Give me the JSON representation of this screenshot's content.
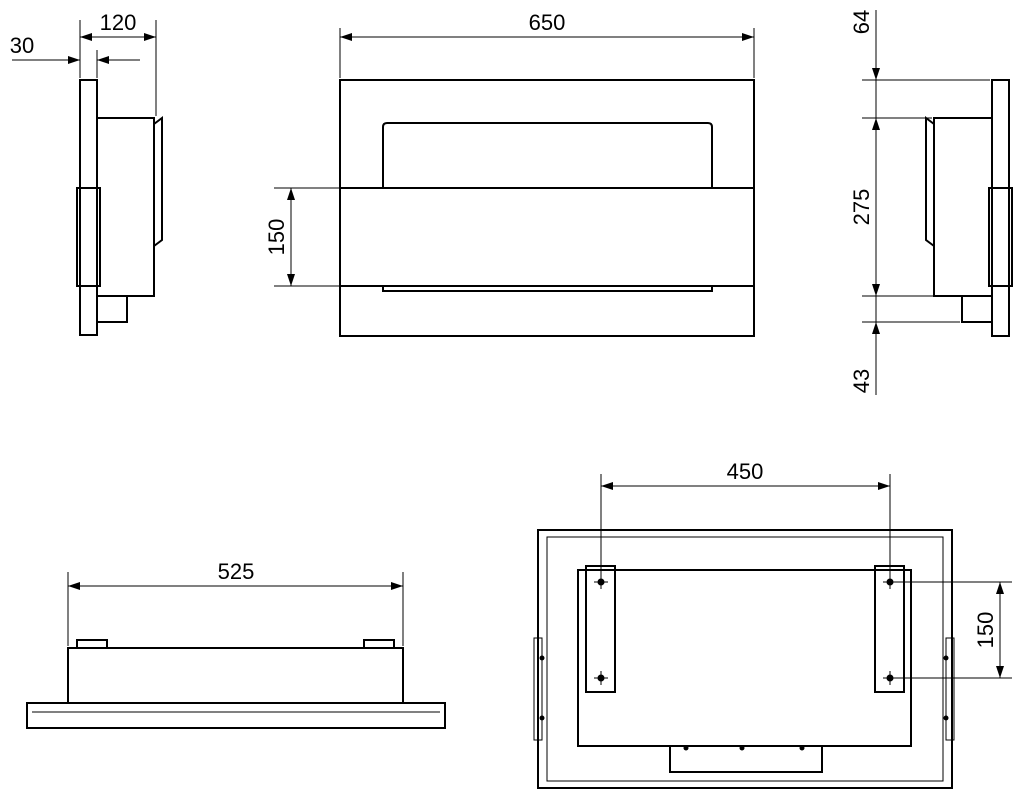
{
  "colors": {
    "line": "#000000",
    "background": "#ffffff"
  },
  "dimensions": {
    "side_left_depth": "120",
    "side_left_offset": "30",
    "front_width": "650",
    "front_band_height": "150",
    "side_right_top": "64",
    "side_right_height": "275",
    "side_right_bottom": "43",
    "bottom_width": "525",
    "rear_bracket_spacing": "450",
    "rear_hole_spacing": "150"
  }
}
